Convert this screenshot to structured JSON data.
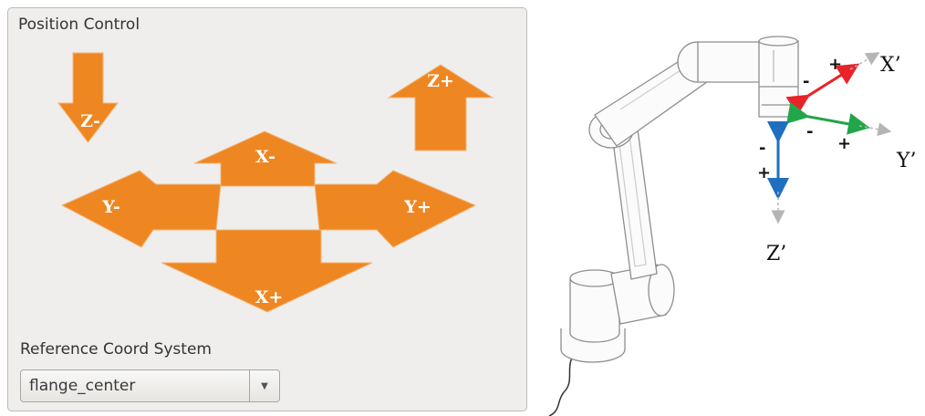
{
  "panel": {
    "title": "Position Control",
    "reference_label": "Reference Coord System",
    "reference_value": "flange_center"
  },
  "arrows": {
    "z_minus": "Z-",
    "z_plus": "Z+",
    "x_minus": "X-",
    "x_plus": "X+",
    "y_minus": "Y-",
    "y_plus": "Y+"
  },
  "diagram": {
    "x_axis": "X’",
    "y_axis": "Y’",
    "z_axis": "Z’",
    "plus": "+",
    "minus": "-"
  },
  "colors": {
    "arrow": "#ee8722",
    "x_axis": "#e8242a",
    "y_axis": "#22a64a",
    "z_axis": "#1f6fc0"
  }
}
